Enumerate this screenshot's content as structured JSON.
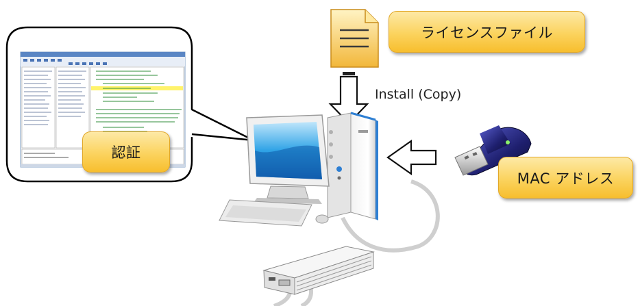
{
  "labels": {
    "license_file": "ライセンスファイル",
    "install": "Install (Copy)",
    "mac_address": "MAC アドレス",
    "authentication": "認証"
  }
}
